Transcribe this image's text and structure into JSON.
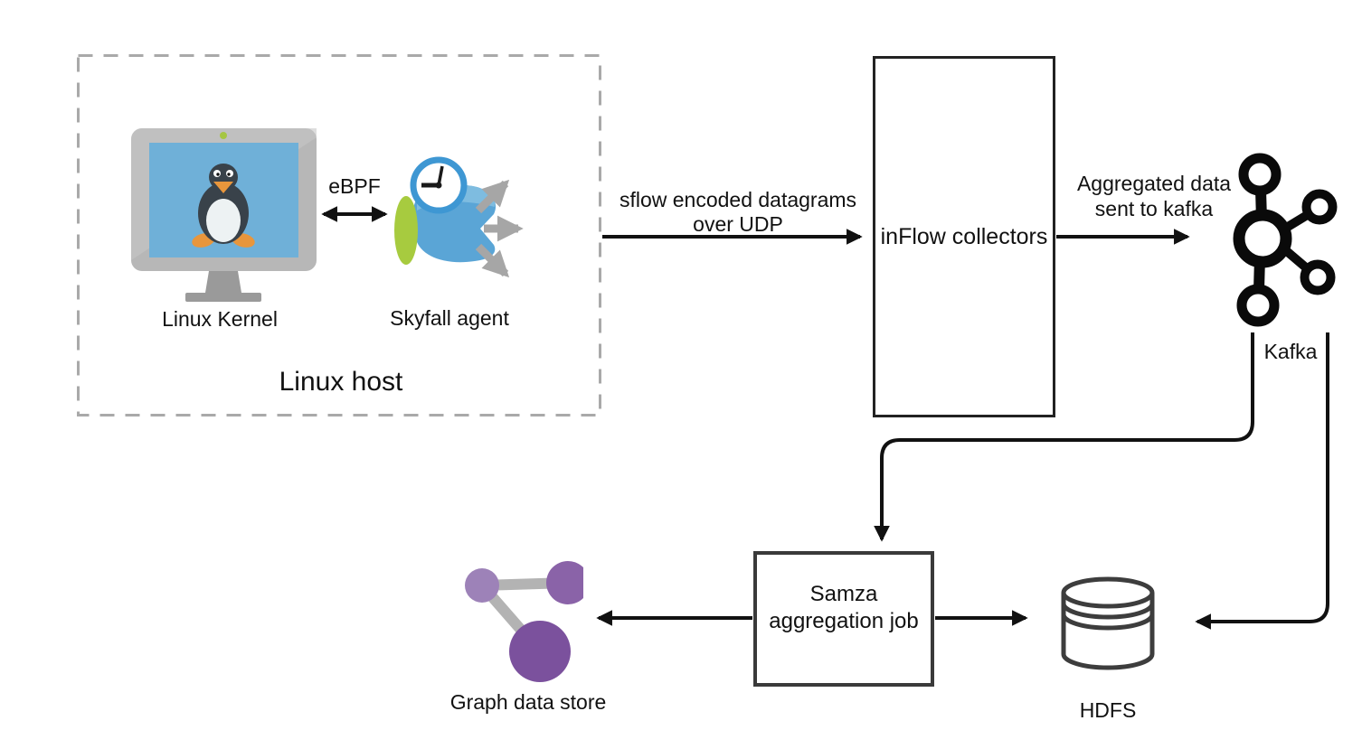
{
  "linux_host": {
    "label": "Linux host",
    "kernel_label": "Linux Kernel",
    "agent_label": "Skyfall agent",
    "ebpf_label": "eBPF"
  },
  "collectors": {
    "label": "inFlow collectors"
  },
  "kafka": {
    "label": "Kafka"
  },
  "samza": {
    "line1": "Samza",
    "line2": "aggregation job"
  },
  "graph_store": {
    "label": "Graph data store"
  },
  "hdfs": {
    "label": "HDFS"
  },
  "edges": {
    "sflow": {
      "line1": "sflow encoded datagrams",
      "line2": "over UDP"
    },
    "aggregated": {
      "line1": "Aggregated data",
      "line2": "sent to kafka"
    }
  },
  "colors": {
    "arrow": "#111111",
    "dashed_border": "#a9a9a9",
    "kafka_icon": "#0a0a0a",
    "screen_blue": "#6fb0d8",
    "tux_body": "#39424a",
    "tux_orange": "#e8963c",
    "agent_blue": "#5aa5d6",
    "agent_green": "#a7cb3f",
    "clock_ring": "#3e97d3",
    "graph_purple_light": "#9d82b8",
    "graph_purple_medium": "#8a63a8",
    "graph_purple_dark": "#7b519d",
    "link_gray": "#b3b3b3",
    "hdfs_stroke": "#3d3d3d",
    "monitor_gray": "#b7b7b7"
  }
}
